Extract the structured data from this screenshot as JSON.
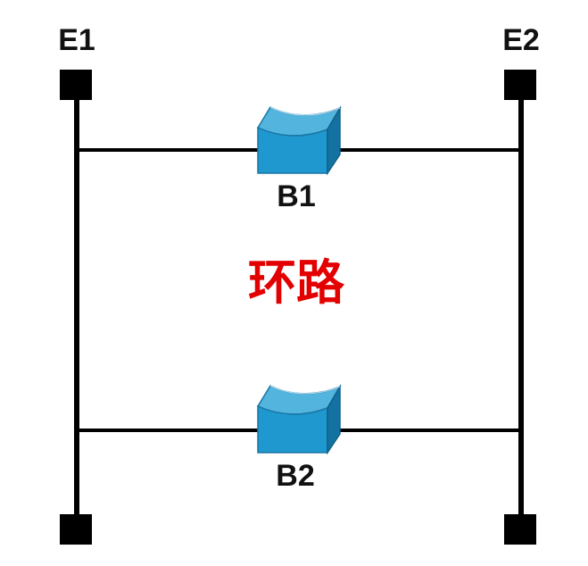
{
  "diagram": {
    "ethernet_labels": {
      "e1": "E1",
      "e2": "E2"
    },
    "bridge_labels": {
      "b1": "B1",
      "b2": "B2"
    },
    "center_label": "环路",
    "colors": {
      "line": "#000000",
      "bridge_front": "#1f98cf",
      "bridge_top": "#53b4de",
      "bridge_side": "#1372a2",
      "center_text": "#e30000"
    },
    "icons": {
      "bridge": "bridge-icon",
      "terminal": "terminal-block-icon"
    }
  }
}
